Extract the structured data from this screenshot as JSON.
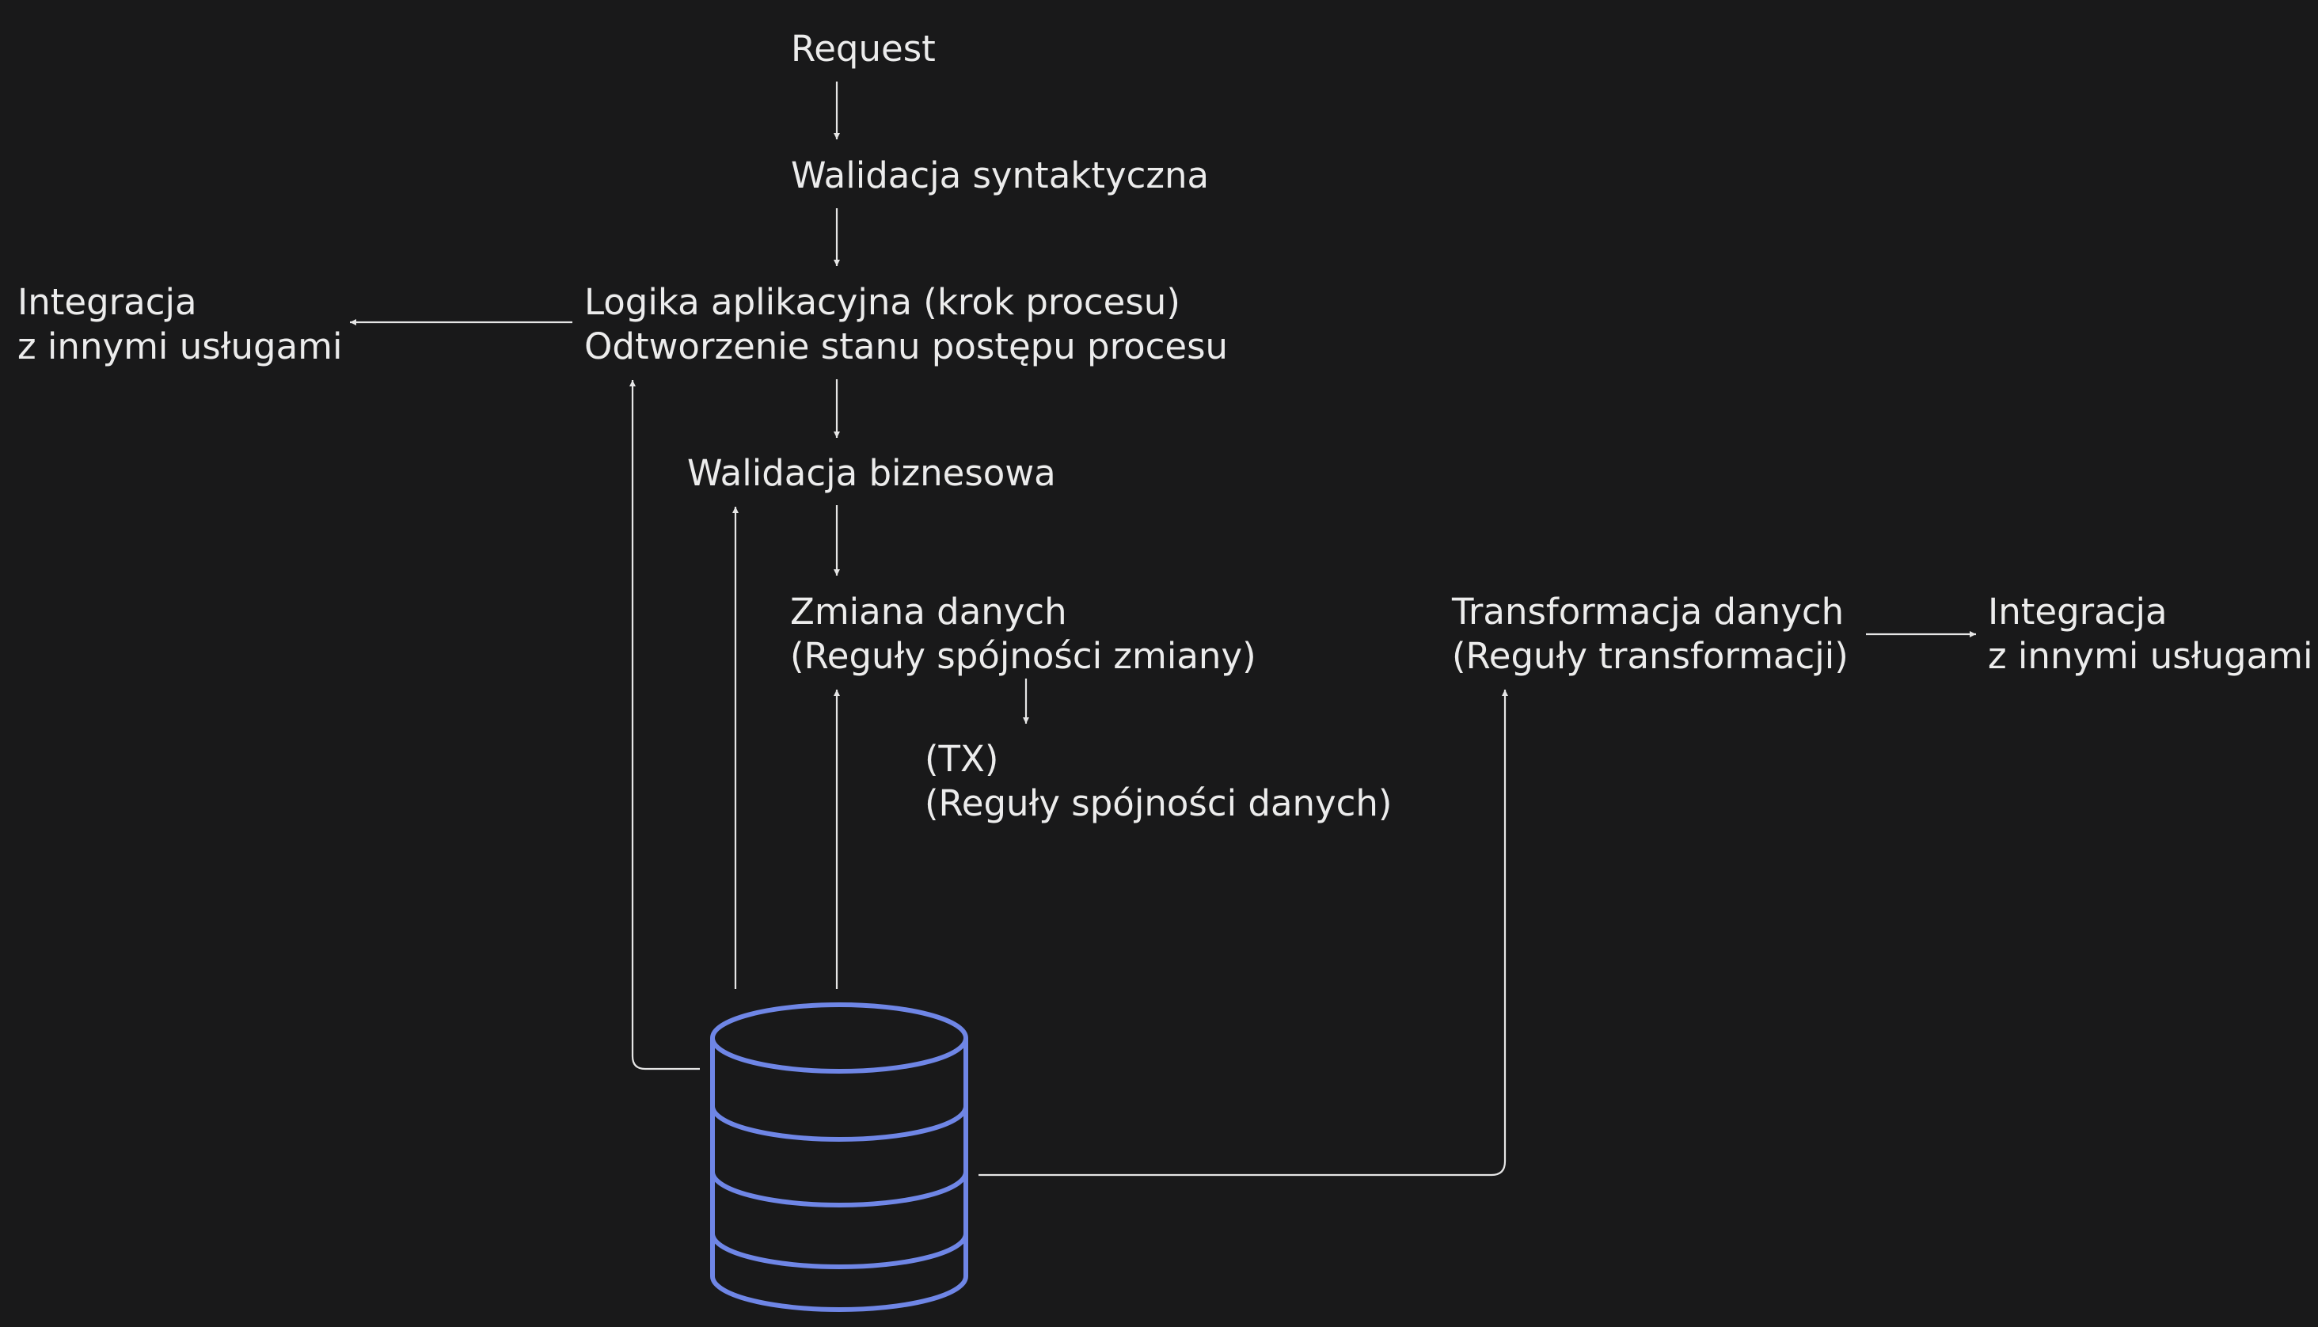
{
  "colors": {
    "background": "#19191a",
    "text": "#ececec",
    "line": "#e6e6e6",
    "database": "#6f86e6"
  },
  "nodes": {
    "request": {
      "lines": [
        "Request"
      ]
    },
    "syntax_validation": {
      "lines": [
        "Walidacja syntaktyczna"
      ]
    },
    "app_logic": {
      "lines": [
        "Logika aplikacyjna (krok procesu)",
        "Odtworzenie stanu postępu procesu"
      ]
    },
    "integration_left": {
      "lines": [
        "Integracja",
        "z innymi usługami"
      ]
    },
    "business_validation": {
      "lines": [
        "Walidacja biznesowa"
      ]
    },
    "data_change": {
      "lines": [
        "Zmiana danych",
        "(Reguły spójności zmiany)"
      ]
    },
    "tx": {
      "lines": [
        "(TX)",
        "(Reguły spójności danych)"
      ]
    },
    "data_transformation": {
      "lines": [
        "Transformacja danych",
        "(Reguły transformacji)"
      ]
    },
    "integration_right": {
      "lines": [
        "Integracja",
        "z innymi usługami"
      ]
    }
  },
  "database": {
    "icon": "database-icon"
  }
}
